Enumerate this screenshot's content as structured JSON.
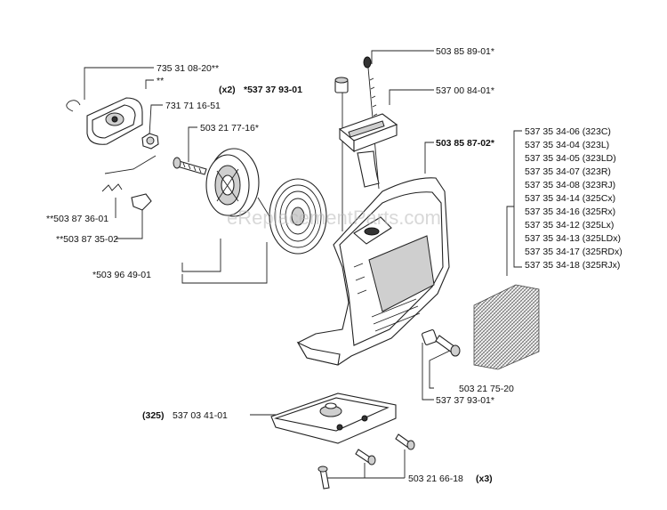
{
  "watermark": "eReplacementParts.com",
  "labels": {
    "p_735_31_08_20": "735 31 08-20**",
    "p_double_star": "**",
    "p_731_71_16_51": "731 71 16-51",
    "p_503_21_77_16": "503 21 77-16*",
    "p_503_87_36_01": "**503 87 36-01",
    "p_503_87_35_02": "**503 87 35-02",
    "p_503_96_49_01": "*503 96 49-01",
    "p_x2_prefix": "(x2)",
    "p_537_37_93_01_top": "*537 37 93-01",
    "p_503_85_89_01": "503 85 89-01*",
    "p_537_00_84_01": "537 00 84-01*",
    "p_503_85_87_02": "503 85 87-02*",
    "p_503_21_75_20": "503 21 75-20",
    "p_537_37_93_01_bottom": "537 37 93-01*",
    "p_325_prefix": "(325)",
    "p_537_03_41_01": "537 03 41-01",
    "p_503_21_66_18": "503 21 66-18",
    "p_x3_suffix": "(x3)"
  },
  "variants": [
    "537 35 34-06 (323C)",
    "537 35 34-04 (323L)",
    "537 35 34-05 (323LD)",
    "537 35 34-07 (323R)",
    "537 35 34-08 (323RJ)",
    "537 35 34-14 (325Cx)",
    "537 35 34-16 (325Rx)",
    "537 35 34-12 (325Lx)",
    "537 35 34-13 (325LDx)",
    "537 35 34-17 (325RDx)",
    "537 35 34-18 (325RJx)"
  ]
}
